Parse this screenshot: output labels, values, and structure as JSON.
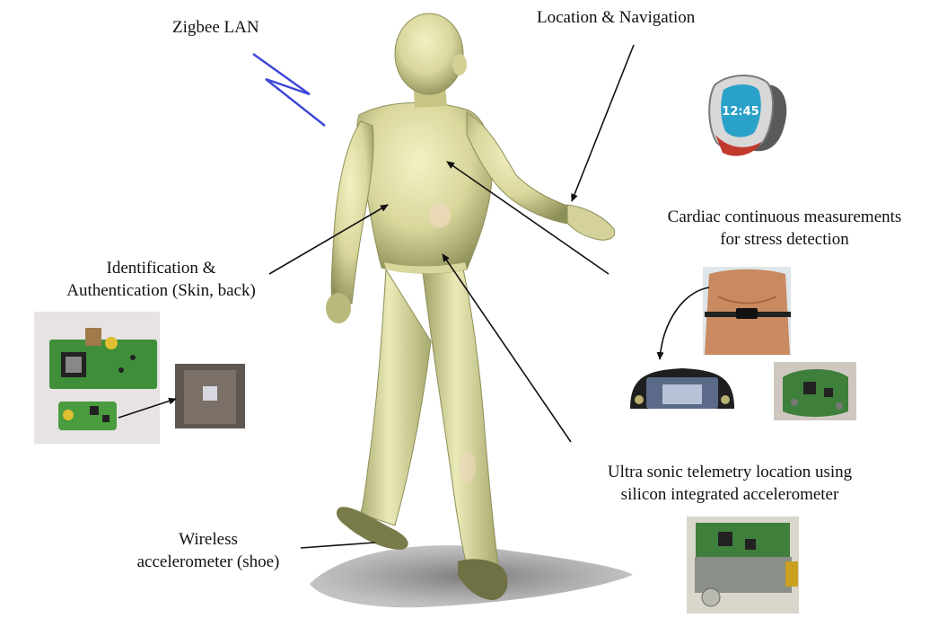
{
  "labels": {
    "zigbee": "Zigbee LAN",
    "location": "Location & Navigation",
    "cardiac": [
      "Cardiac continuous measurements",
      "for stress detection"
    ],
    "identification": [
      "Identification &",
      "Authentication (Skin, back)"
    ],
    "ultrasonic": [
      "Ultra sonic telemetry location using",
      "silicon integrated accelerometer"
    ],
    "wireless": [
      "Wireless",
      "accelerometer (shoe)"
    ]
  },
  "watch_display": "12:45",
  "colors": {
    "figure_light": "#ecebb8",
    "figure_mid": "#c9c98a",
    "figure_dark": "#8a8c55",
    "signal": "#3b45d8",
    "pcb_green": "#3f8f3a",
    "skin": "#c98a62"
  }
}
